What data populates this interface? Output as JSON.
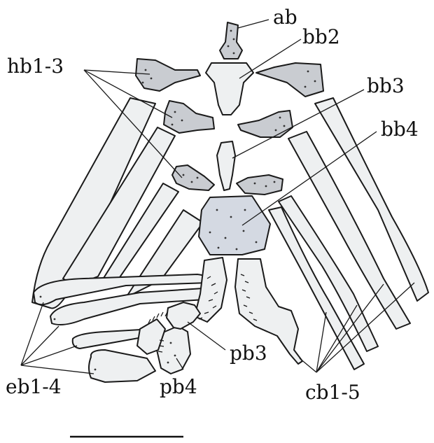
{
  "labels": {
    "ab": "ab",
    "bb2": "bb2",
    "bb3": "bb3",
    "bb4": "bb4",
    "hb": "hb1-3",
    "eb": "eb1-4",
    "pb3": "pb3",
    "pb4": "pb4",
    "cb": "cb1-5"
  },
  "colors": {
    "bone_fill": "#eef0f1",
    "cartilage_fill": "#c9ccd1",
    "basibranchial_fill": "#d4d9e2",
    "outline": "#1a1a1a"
  }
}
